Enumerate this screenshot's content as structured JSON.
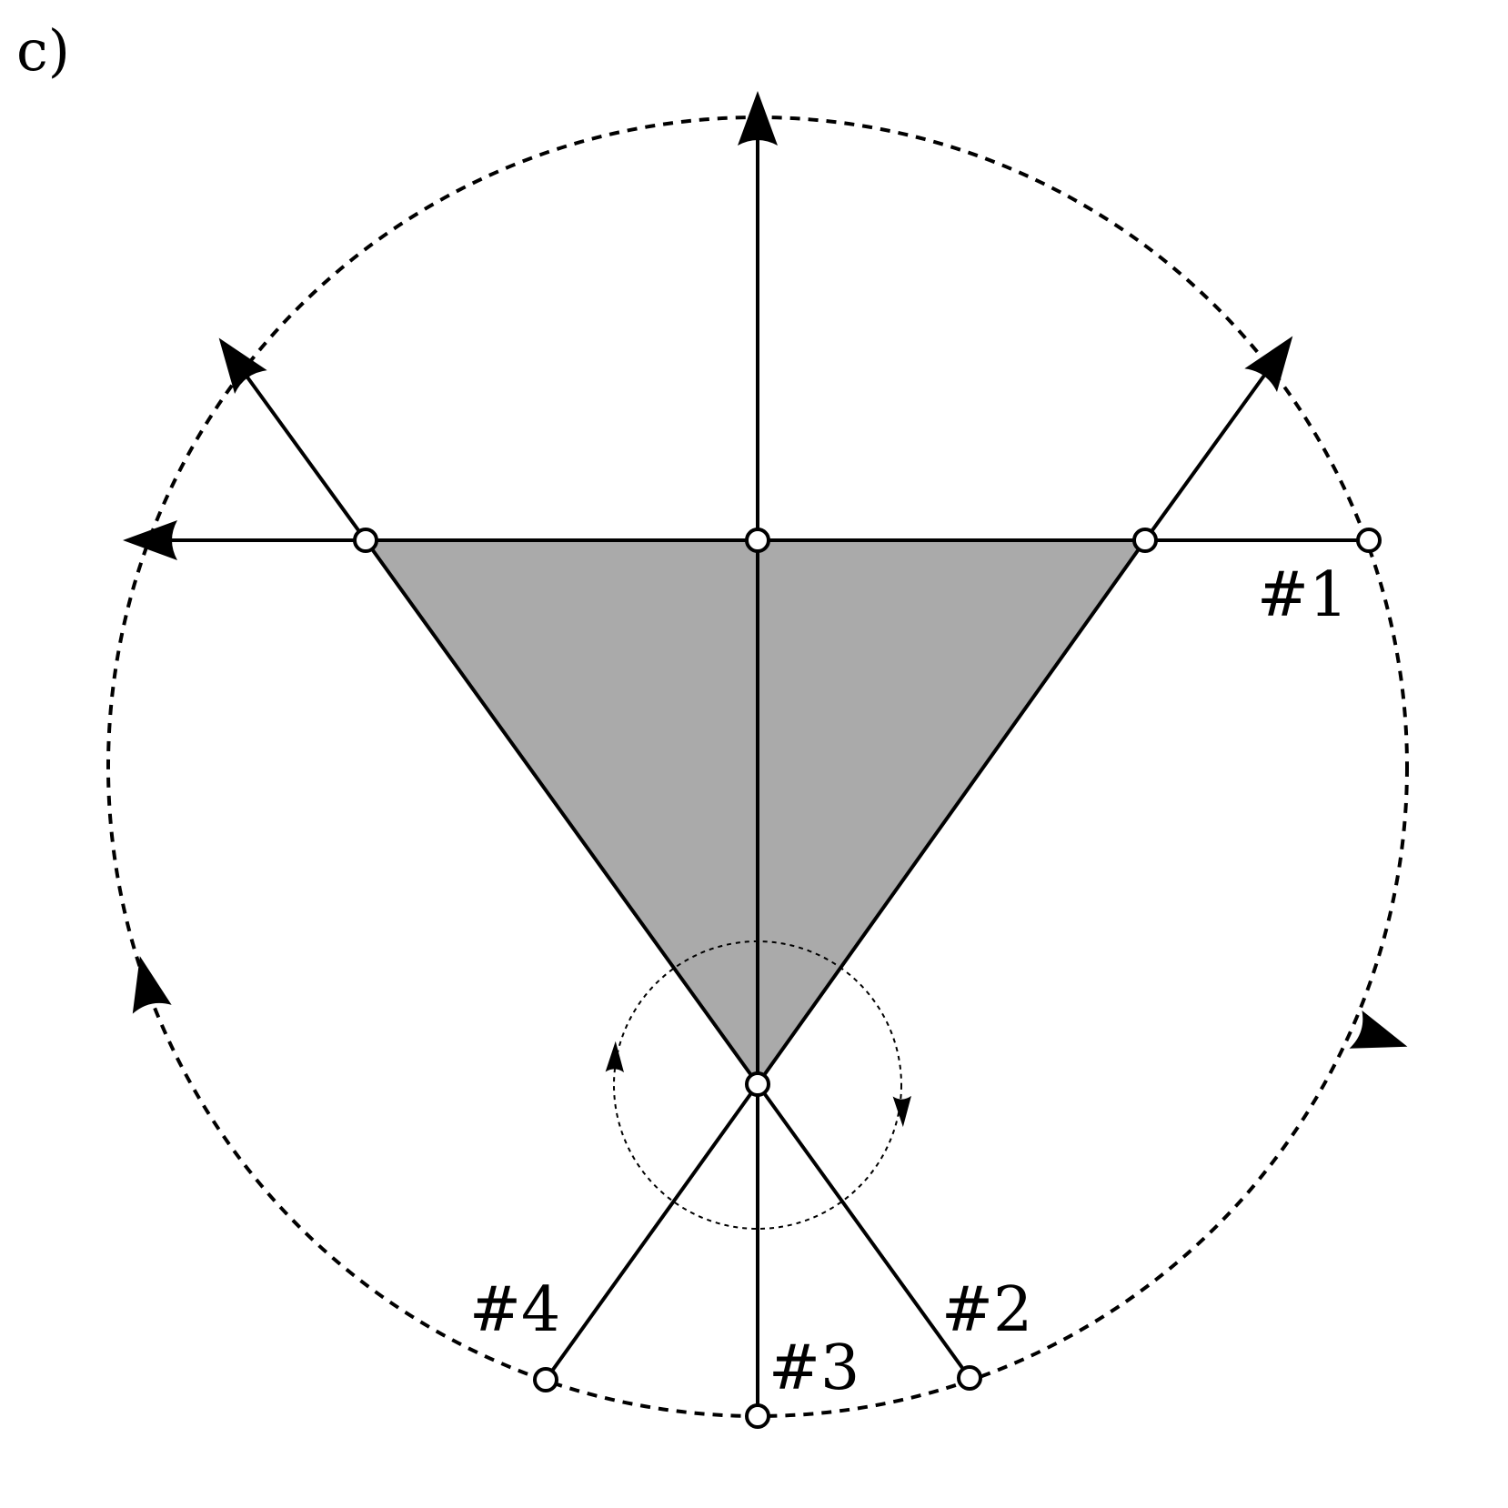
{
  "panel_label": "c)",
  "labels": {
    "point1": "#1",
    "point2": "#2",
    "point3": "#3",
    "point4": "#4"
  },
  "colors": {
    "triangle_fill": "#aaaaaa",
    "stroke": "#000000",
    "node_fill": "#ffffff"
  }
}
